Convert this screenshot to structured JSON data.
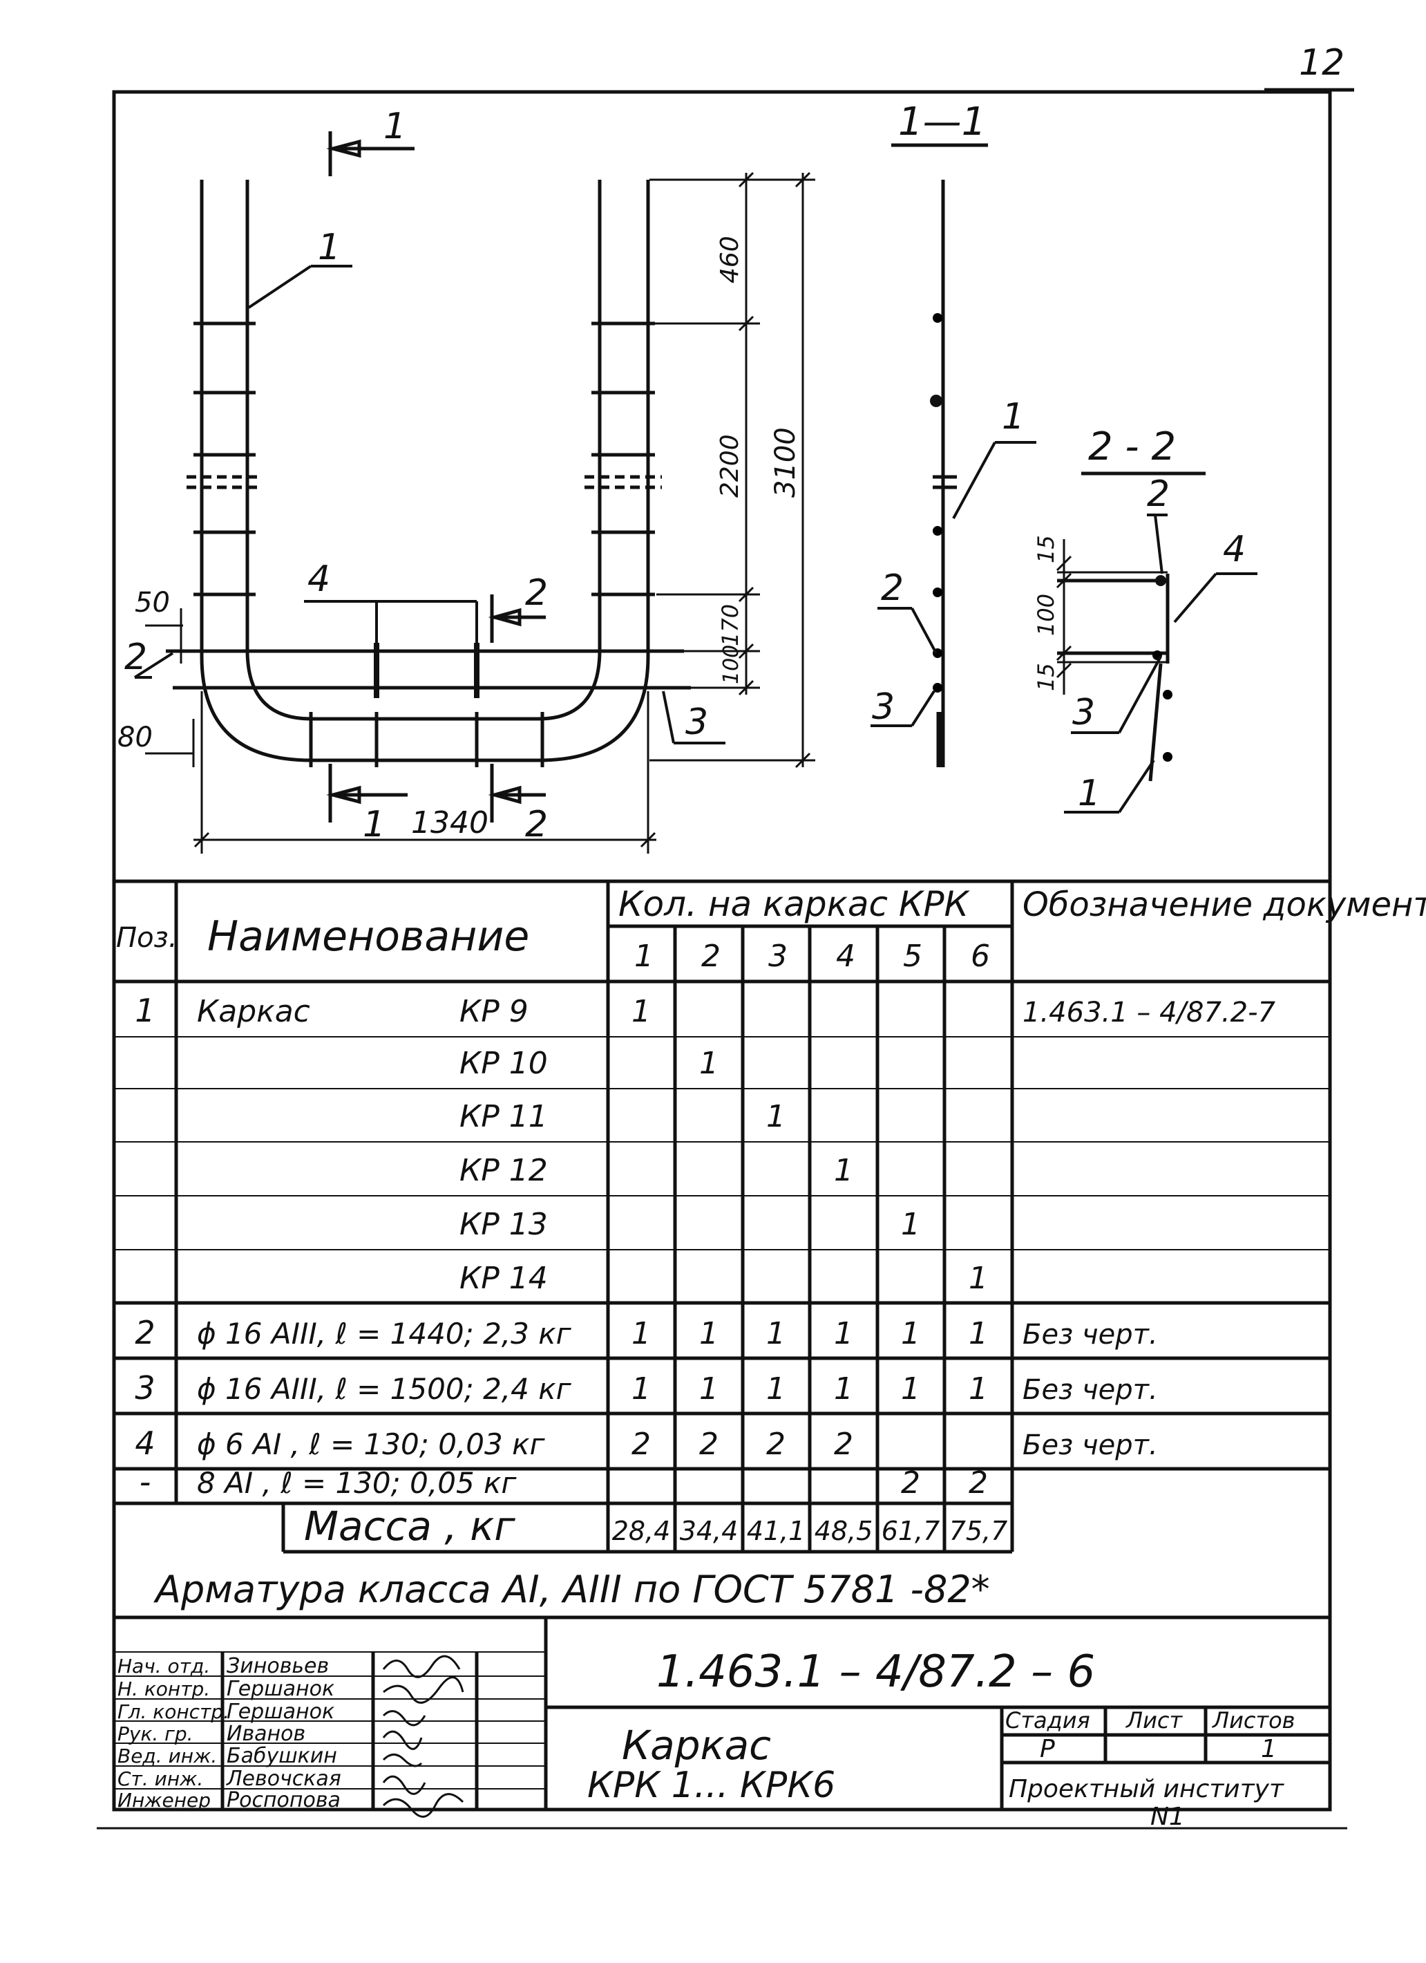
{
  "page_number": "12",
  "drawing": {
    "section_1_1": "1—1",
    "section_2_2": "2 - 2",
    "cut_mark_1": "1",
    "cut_mark_2": "2",
    "dimensions": {
      "d460": "460",
      "d2200": "2200",
      "d3100": "3100",
      "d170": "170",
      "d100": "100",
      "d50": "50",
      "d80": "80",
      "d1340": "1340",
      "s15a": "15",
      "s100": "100",
      "s15b": "15"
    },
    "leaders": {
      "p1": "1",
      "p2": "2",
      "p3": "3",
      "p4": "4"
    }
  },
  "spec": {
    "header": {
      "pos": "Поз.",
      "name": "Наименование",
      "qty_group": "Кол. на каркас КРК",
      "doc": "Обозначение документа",
      "cols": [
        "1",
        "2",
        "3",
        "4",
        "5",
        "6"
      ]
    },
    "rows": [
      {
        "pos": "1",
        "name": "Каркас",
        "mark": "КР 9",
        "q": [
          "1",
          "",
          "",
          "",
          "",
          ""
        ],
        "doc": "1.463.1 – 4/87.2-7"
      },
      {
        "pos": "",
        "name": "",
        "mark": "КР 10",
        "q": [
          "",
          "1",
          "",
          "",
          "",
          ""
        ],
        "doc": ""
      },
      {
        "pos": "",
        "name": "",
        "mark": "КР 11",
        "q": [
          "",
          "",
          "1",
          "",
          "",
          ""
        ],
        "doc": ""
      },
      {
        "pos": "",
        "name": "",
        "mark": "КР 12",
        "q": [
          "",
          "",
          "",
          "1",
          "",
          ""
        ],
        "doc": ""
      },
      {
        "pos": "",
        "name": "",
        "mark": "КР 13",
        "q": [
          "",
          "",
          "",
          "",
          "1",
          ""
        ],
        "doc": ""
      },
      {
        "pos": "",
        "name": "",
        "mark": "КР 14",
        "q": [
          "",
          "",
          "",
          "",
          "",
          "1"
        ],
        "doc": ""
      },
      {
        "pos": "2",
        "name": "ϕ 16 AIII, ℓ = 1440; 2,3 кг",
        "mark": "",
        "q": [
          "1",
          "1",
          "1",
          "1",
          "1",
          "1"
        ],
        "doc": "Без черт."
      },
      {
        "pos": "3",
        "name": "ϕ 16 AIII, ℓ = 1500; 2,4 кг",
        "mark": "",
        "q": [
          "1",
          "1",
          "1",
          "1",
          "1",
          "1"
        ],
        "doc": "Без черт."
      },
      {
        "pos": "4",
        "name": "ϕ 6 AI , ℓ = 130; 0,03 кг",
        "mark": "",
        "q": [
          "2",
          "2",
          "2",
          "2",
          "",
          ""
        ],
        "doc": "Без черт."
      },
      {
        "pos": "-",
        "name": "8 AI , ℓ = 130; 0,05 кг",
        "mark": "",
        "q": [
          "",
          "",
          "",
          "",
          "2",
          "2"
        ],
        "doc": ""
      }
    ],
    "mass": {
      "label": "Масса , кг",
      "values": [
        "28,4",
        "34,4",
        "41,1",
        "48,5",
        "61,7",
        "75,7"
      ]
    }
  },
  "note": "Арматура класса AI, AIII по ГОСТ 5781 -82*",
  "title_block": {
    "doc_code": "1.463.1 – 4/87.2 – 6",
    "staff": [
      {
        "role": "Нач. отд.",
        "name": "Зиновьев"
      },
      {
        "role": "Н. контр.",
        "name": "Гершанок"
      },
      {
        "role": "Гл. констр.",
        "name": "Гершанок"
      },
      {
        "role": "Рук. гр.",
        "name": "Иванов"
      },
      {
        "role": "Вед. инж.",
        "name": "Бабушкин"
      },
      {
        "role": "Ст. инж.",
        "name": "Левочская"
      },
      {
        "role": "Инженер",
        "name": "Роспопова"
      }
    ],
    "title_line1": "Каркас",
    "title_line2": "КРК 1... КРК6",
    "stage_label": "Стадия",
    "sheet_label": "Лист",
    "sheets_label": "Листов",
    "stage": "Р",
    "sheet": "",
    "sheets": "1",
    "org_line1": "Проектный институт",
    "org_line2": "N1"
  }
}
